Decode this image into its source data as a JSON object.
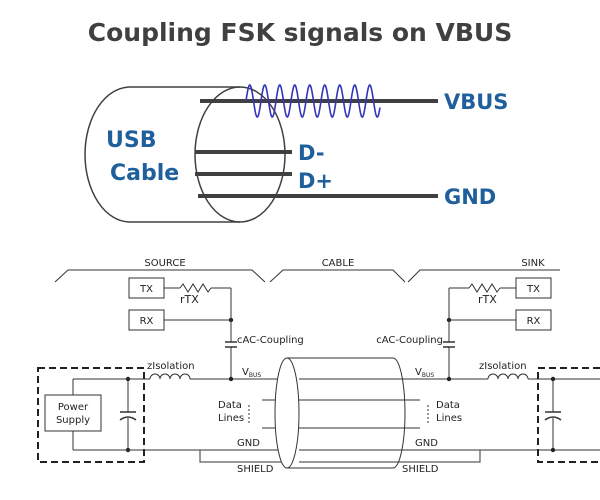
{
  "title": "Coupling FSK signals on VBUS",
  "cable_view": {
    "label_line1": "USB",
    "label_line2": "Cable",
    "wire_vbus": "VBUS",
    "wire_dminus": "D-",
    "wire_dplus": "D+",
    "wire_gnd": "GND",
    "colors": {
      "label": "#1f5f9b",
      "wire": "#404040",
      "signal": "#3333bb"
    }
  },
  "schematic": {
    "source_label": "SOURCE",
    "cable_label": "CABLE",
    "sink_label": "SINK",
    "tx_label": "TX",
    "rx_label": "RX",
    "rtx_label": "rTX",
    "cac_label": "cAC-Coupling",
    "zisolation_label": "zIsolation",
    "vbus_main": "V",
    "vbus_sub": "BUS",
    "data_line1": "Data",
    "data_line2": "Lines",
    "gnd_label": "GND",
    "shield_label": "SHIELD",
    "power_line1": "Power",
    "power_line2": "Supply"
  }
}
